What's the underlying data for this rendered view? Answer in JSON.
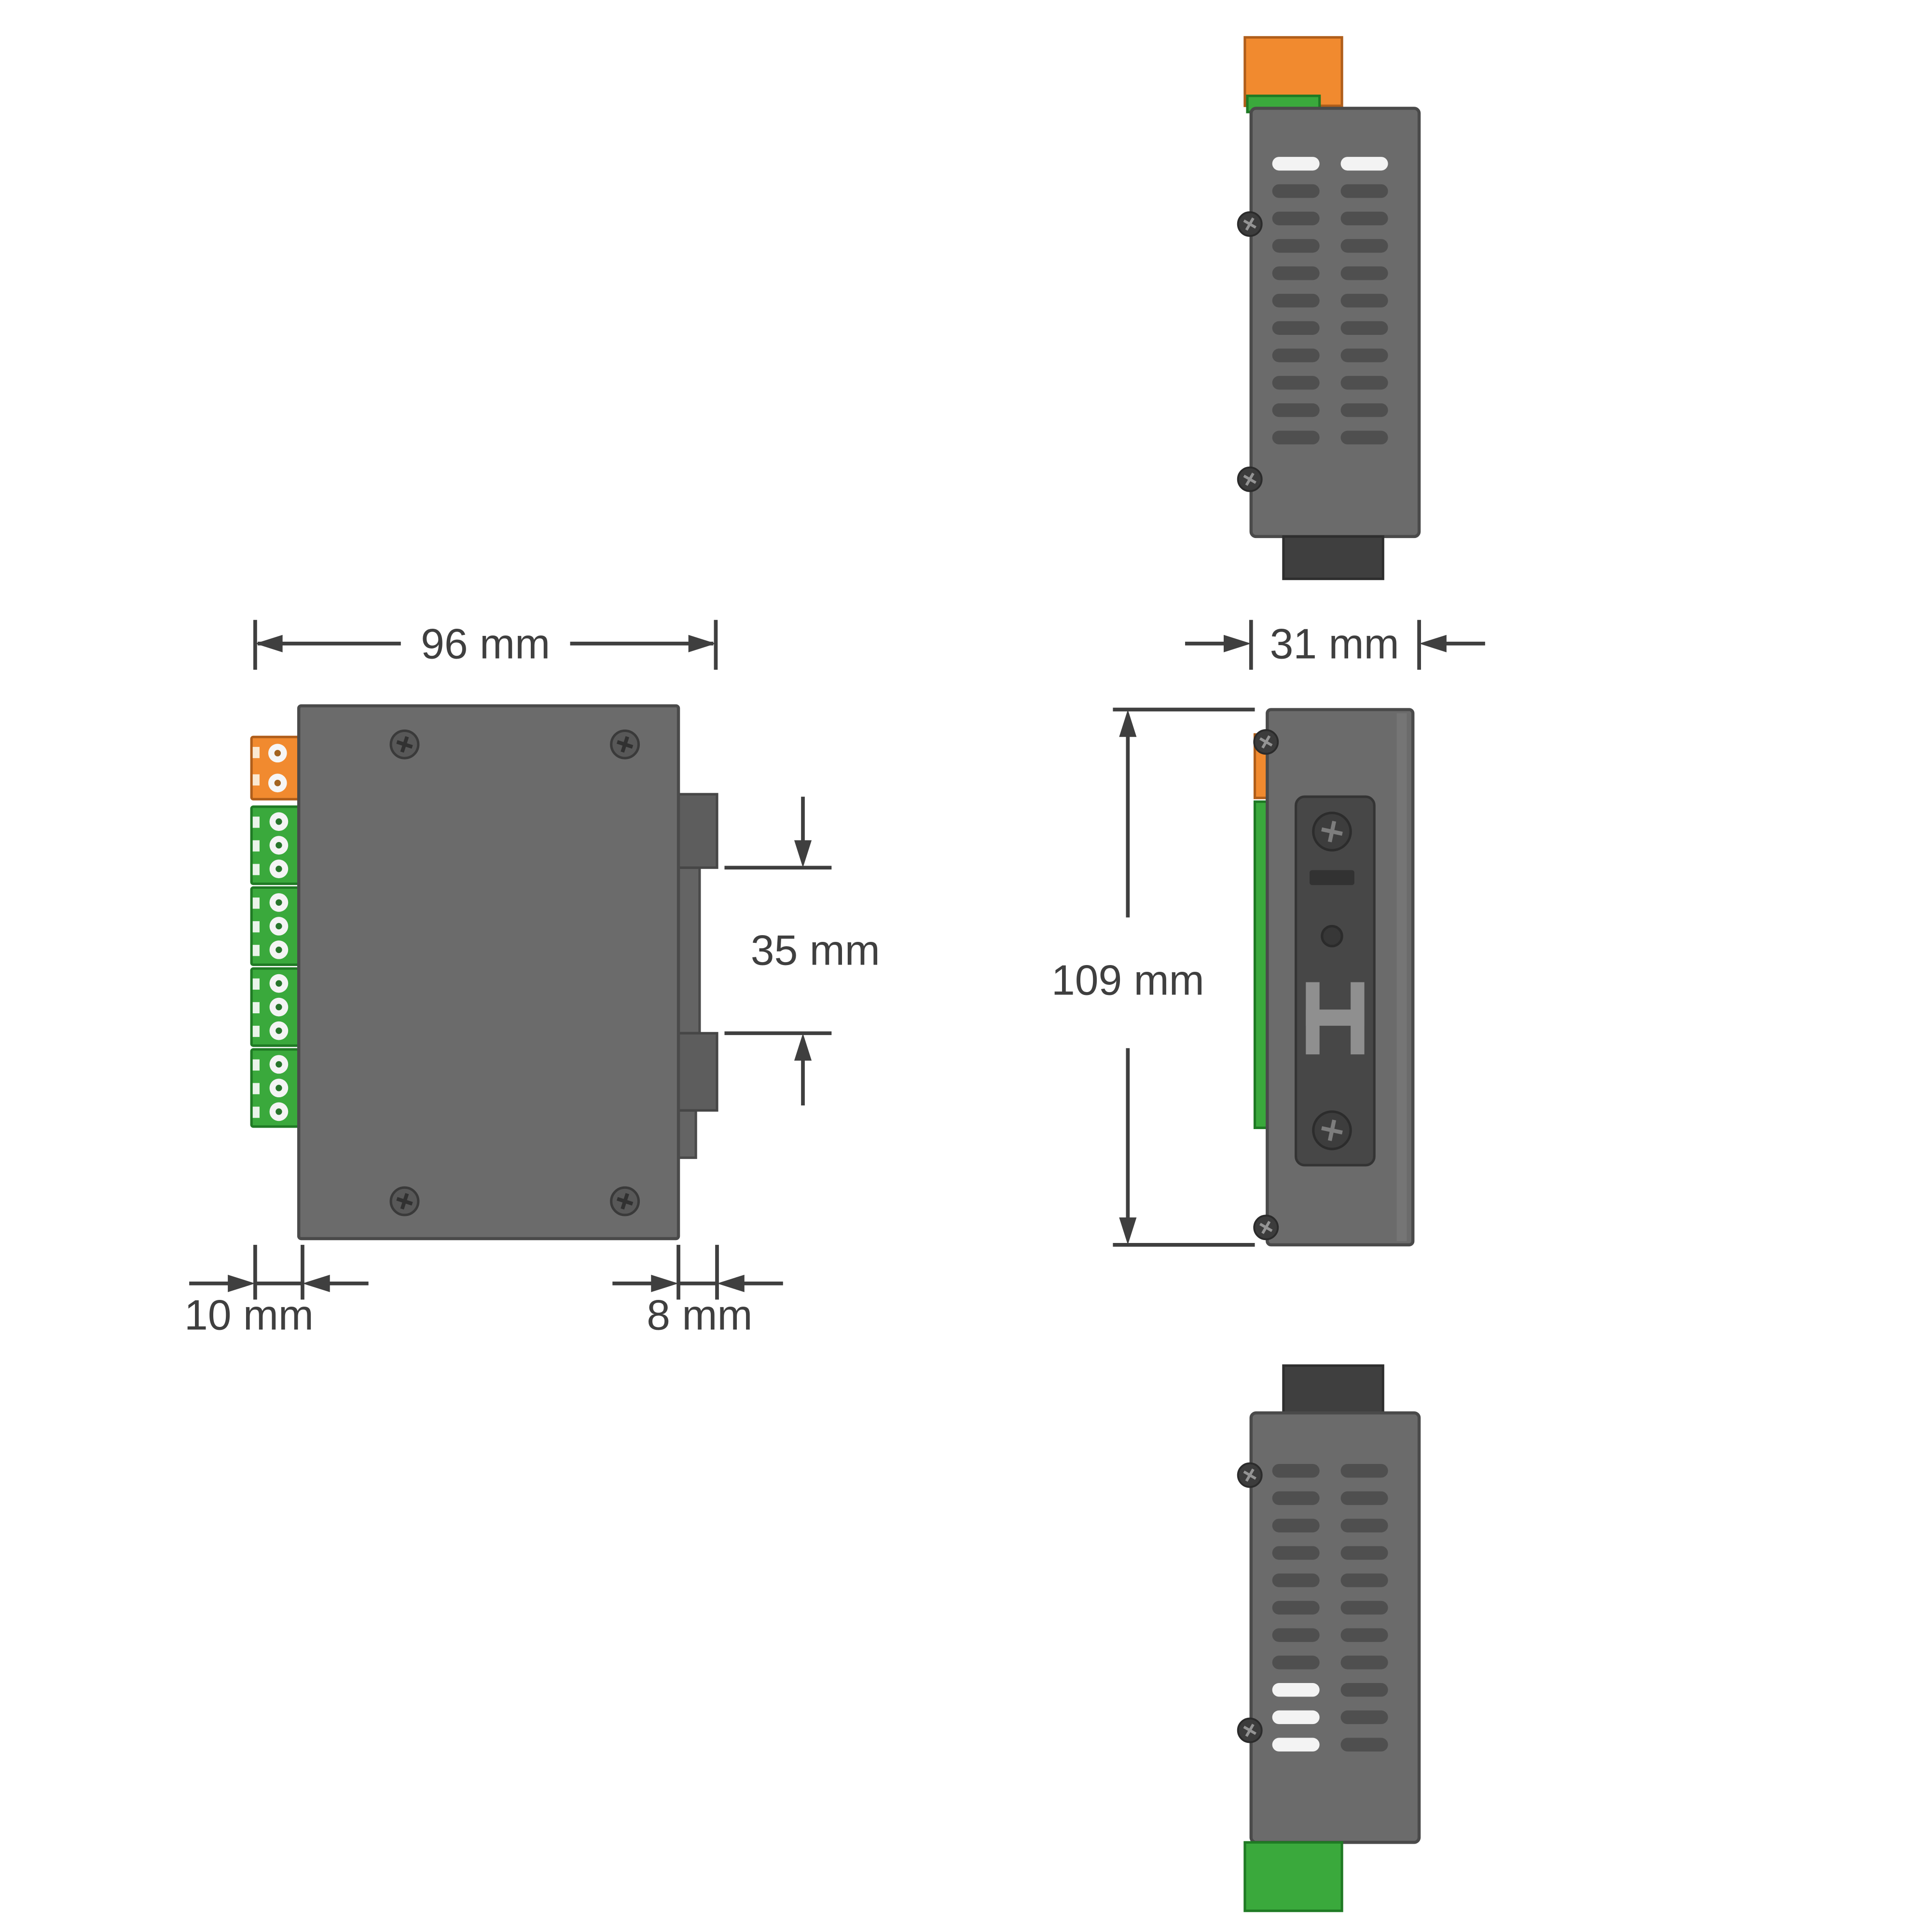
{
  "colors": {
    "background": "#ffffff",
    "body": "#6b6b6b",
    "body_edge": "#4a4a4a",
    "clip_dark": "#474747",
    "tab_dark": "#3f3f3f",
    "vent_dark": "#4f4f4f",
    "vent_light": "#f3f3f3",
    "orange": "#f18a2f",
    "orange_edge": "#b05e1a",
    "green": "#3aa93c",
    "green_edge": "#1f7a24",
    "dim": "#3f3f3f"
  },
  "dimensions": {
    "front_width": {
      "value": 96,
      "unit": "mm",
      "label": "96 mm"
    },
    "din_rail": {
      "value": 35,
      "unit": "mm",
      "label": "35 mm"
    },
    "terminal_depth": {
      "value": 10,
      "unit": "mm",
      "label": "10 mm"
    },
    "clip_depth": {
      "value": 8,
      "unit": "mm",
      "label": "8 mm"
    },
    "body_depth": {
      "value": 31,
      "unit": "mm",
      "label": "31 mm"
    },
    "body_height": {
      "value": 109,
      "unit": "mm",
      "label": "109 mm"
    }
  }
}
